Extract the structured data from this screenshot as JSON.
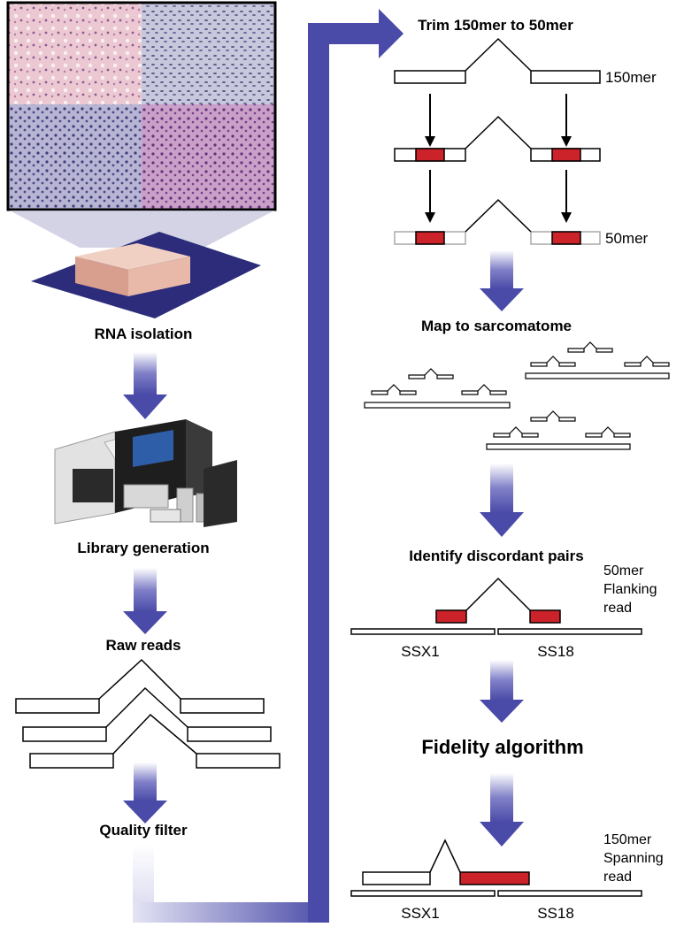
{
  "left_column": {
    "rna_isolation": "RNA isolation",
    "library_generation": "Library generation",
    "raw_reads": "Raw reads",
    "quality_filter": "Quality filter"
  },
  "right_column": {
    "trim": "Trim 150mer to 50mer",
    "label_150mer": "150mer",
    "label_50mer": "50mer",
    "map": "Map to sarcomatome",
    "identify": "Identify discordant pairs",
    "flanking_line1": "50mer",
    "flanking_line2": "Flanking",
    "flanking_line3": "read",
    "ssx1_a": "SSX1",
    "ss18_a": "SS18",
    "fidelity": "Fidelity algorithm",
    "spanning_line1": "150mer",
    "spanning_line2": "Spanning",
    "spanning_line3": "read",
    "ssx1_b": "SSX1",
    "ss18_b": "SS18"
  },
  "colors": {
    "arrow": "#4a4aa8",
    "exon_red": "#cc2229",
    "tissue_block": "#e8b8a8",
    "platform": "#2c2c7a"
  },
  "icons": {
    "histology": "histology-micrograph-icon",
    "tissue": "tissue-block-icon",
    "sequencer": "sequencer-machine-icon"
  }
}
